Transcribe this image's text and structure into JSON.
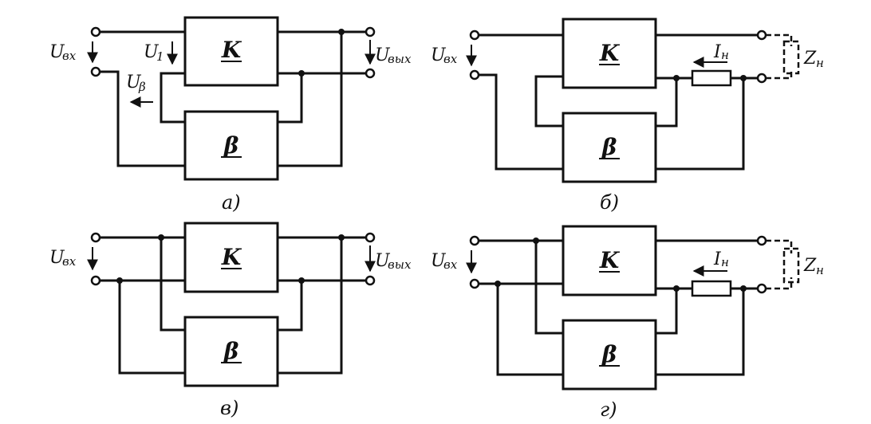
{
  "diagrams": [
    {
      "caption": "а)",
      "block_top": "K",
      "block_bottom": "β",
      "input_label": "U",
      "input_sub": "вх",
      "output_label": "U",
      "output_sub": "вых",
      "u1_label": "U",
      "u1_sub": "1",
      "ub_label": "U",
      "ub_sub": "β"
    },
    {
      "caption": "б)",
      "block_top": "K",
      "block_bottom": "β",
      "input_label": "U",
      "input_sub": "вх",
      "current_label": "I",
      "current_sub": "н",
      "load_label": "Z",
      "load_sub": "н"
    },
    {
      "caption": "в)",
      "block_top": "K",
      "block_bottom": "β",
      "input_label": "U",
      "input_sub": "вх",
      "output_label": "U",
      "output_sub": "вых"
    },
    {
      "caption": "г)",
      "block_top": "K",
      "block_bottom": "β",
      "input_label": "U",
      "input_sub": "вх",
      "current_label": "I",
      "current_sub": "н",
      "load_label": "Z",
      "load_sub": "н"
    }
  ]
}
